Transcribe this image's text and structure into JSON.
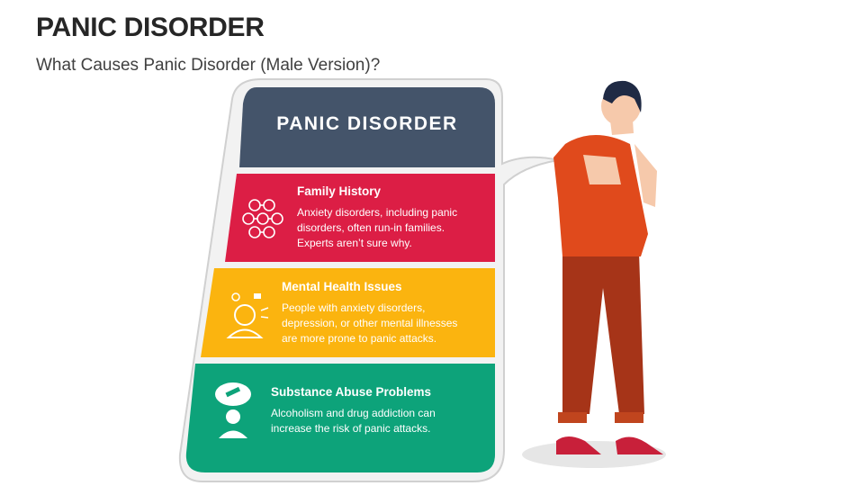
{
  "slide": {
    "title": "PANIC DISORDER",
    "subtitle": "What Causes Panic Disorder (Male Version)?"
  },
  "panel": {
    "header": "PANIC DISORDER",
    "header_color": "#44546a",
    "items": [
      {
        "title": "Family History",
        "description": [
          "Anxiety disorders, including panic",
          "disorders, often run-in families.",
          "Experts aren’t sure why."
        ],
        "color": "#dc1e45",
        "icon": "family-network-icon"
      },
      {
        "title": "Mental Health Issues",
        "description": [
          "People with anxiety disorders,",
          "depression, or other mental illnesses",
          "are more prone to panic attacks."
        ],
        "color": "#fbb40f",
        "icon": "stressed-person-icon"
      },
      {
        "title": "Substance Abuse Problems",
        "description": [
          "Alcoholism and drug addiction can",
          "increase the risk of panic attacks."
        ],
        "color": "#0da37a",
        "icon": "substance-thought-icon"
      }
    ]
  },
  "illustration": {
    "subject": "man-covering-face",
    "shirt_color": "#e04a1c",
    "pants_color": "#a63418",
    "shoes_color": "#c8203a"
  }
}
